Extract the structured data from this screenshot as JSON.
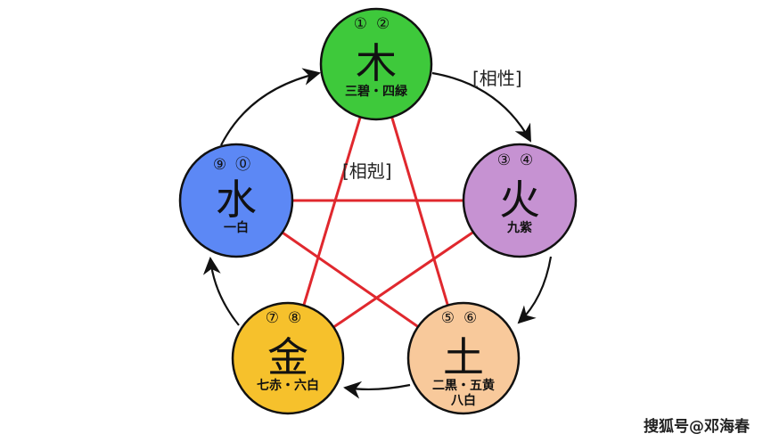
{
  "relations": {
    "generating": "[相性]",
    "controlling": "[相剋]"
  },
  "elements": [
    {
      "key": "wood",
      "char": "木",
      "numbers": "①②",
      "stars": "三碧・四緑",
      "color": "#3ec93b"
    },
    {
      "key": "fire",
      "char": "火",
      "numbers": "③④",
      "stars": "九紫",
      "color": "#c692d2"
    },
    {
      "key": "earth",
      "char": "土",
      "numbers": "⑤⑥",
      "stars": "二黒・五黄",
      "stars2": "八白",
      "color": "#f8c99b"
    },
    {
      "key": "metal",
      "char": "金",
      "numbers": "⑦⑧",
      "stars": "七赤・六白",
      "color": "#f6c12c"
    },
    {
      "key": "water",
      "char": "水",
      "numbers": "⑨⓪",
      "stars": "一白",
      "color": "#5c88f5"
    }
  ],
  "watermark": "搜狐号@邓海春",
  "colors": {
    "controlling_line": "#e0282e",
    "arrow": "#111111"
  }
}
